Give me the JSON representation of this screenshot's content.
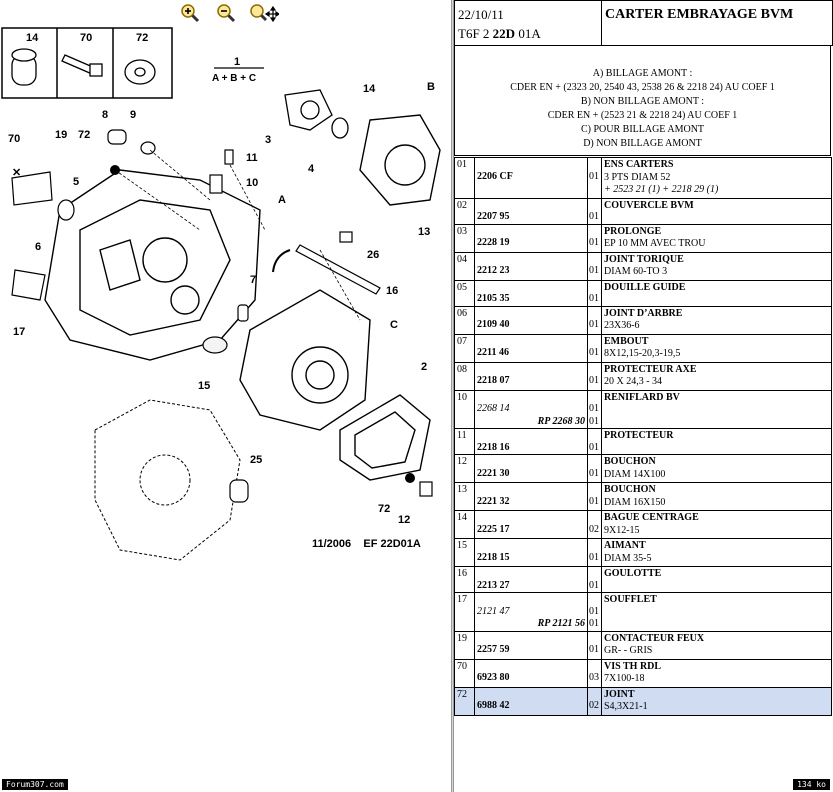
{
  "toolbar": {
    "zoom_in_icon": "magnifier-plus-icon",
    "zoom_out_icon": "magnifier-minus-icon",
    "pan_icon": "magnifier-move-icon"
  },
  "diagram": {
    "assembly_label_num": "1",
    "assembly_label_formula": "A + B + C",
    "callouts": [
      "14",
      "70",
      "72",
      "8",
      "9",
      "19",
      "72",
      "70",
      "5",
      "6",
      "17",
      "A",
      "3",
      "4",
      "14",
      "B",
      "11",
      "10",
      "13",
      "26",
      "16",
      "C",
      "7",
      "15",
      "2",
      "25",
      "72",
      "12"
    ],
    "footer_code": "11/2006    EF 22D01A",
    "website": "Forum307.com",
    "filesize": "134 ko"
  },
  "header": {
    "date": "22/10/11",
    "ref_prefix": "T6F 2 ",
    "ref_bold": "22D",
    "ref_suffix": " 01A",
    "title": "CARTER EMBRAYAGE BVM"
  },
  "notes": [
    "A) BILLAGE AMONT :",
    "CDER EN + (2323 20, 2540 43, 2538 26 & 2218 24) AU COEF 1",
    "B) NON BILLAGE AMONT :",
    "CDER EN + (2523 21 & 2218 24) AU COEF 1",
    "C) POUR BILLAGE AMONT",
    "D) NON BILLAGE AMONT"
  ],
  "parts": [
    {
      "pos": "01",
      "refs": [
        {
          "t": "2206 CF",
          "s": "bold"
        }
      ],
      "qty": [
        "",
        "01"
      ],
      "name": "ENS CARTERS",
      "desc": [
        "3 PTS DIAM 52",
        "+ 2523 21 (1) + 2218 29 (1)"
      ],
      "ref_offset": 1
    },
    {
      "pos": "02",
      "refs": [
        {
          "t": "2207 95",
          "s": "bold"
        }
      ],
      "qty": [
        "",
        "01"
      ],
      "name": "COUVERCLE BVM",
      "desc": [],
      "ref_offset": 1
    },
    {
      "pos": "03",
      "refs": [
        {
          "t": "2228 19",
          "s": "bold"
        }
      ],
      "qty": [
        "",
        "01"
      ],
      "name": "PROLONGE",
      "desc": [
        "EP 10 MM AVEC TROU"
      ],
      "ref_offset": 1
    },
    {
      "pos": "04",
      "refs": [
        {
          "t": "2212 23",
          "s": "bold"
        }
      ],
      "qty": [
        "",
        "01"
      ],
      "name": "JOINT TORIQUE",
      "desc": [
        "DIAM 60-TO 3"
      ],
      "ref_offset": 1
    },
    {
      "pos": "05",
      "refs": [
        {
          "t": "2105 35",
          "s": "bold"
        }
      ],
      "qty": [
        "",
        "01"
      ],
      "name": "DOUILLE GUIDE",
      "desc": [],
      "ref_offset": 1
    },
    {
      "pos": "06",
      "refs": [
        {
          "t": "2109 40",
          "s": "bold"
        }
      ],
      "qty": [
        "",
        "01"
      ],
      "name": "JOINT D’ARBRE",
      "desc": [
        "23X36-6"
      ],
      "ref_offset": 1
    },
    {
      "pos": "07",
      "refs": [
        {
          "t": "2211 46",
          "s": "bold"
        }
      ],
      "qty": [
        "",
        "01"
      ],
      "name": "EMBOUT",
      "desc": [
        "8X12,15-20,3-19,5"
      ],
      "ref_offset": 1
    },
    {
      "pos": "08",
      "refs": [
        {
          "t": "2218 07",
          "s": "bold"
        }
      ],
      "qty": [
        "",
        "01"
      ],
      "name": "PROTECTEUR AXE",
      "desc": [
        "20 X 24,3 - 34"
      ],
      "ref_offset": 1
    },
    {
      "pos": "10",
      "refs": [
        {
          "t": "2268 14",
          "s": "it"
        },
        {
          "t": "RP 2268 30",
          "s": "it-right"
        }
      ],
      "qty": [
        "",
        "01",
        "01"
      ],
      "name": "RENIFLARD BV",
      "desc": [],
      "ref_offset": 1
    },
    {
      "pos": "11",
      "refs": [
        {
          "t": "2218 16",
          "s": "bold"
        }
      ],
      "qty": [
        "",
        "01"
      ],
      "name": "PROTECTEUR",
      "desc": [],
      "ref_offset": 1
    },
    {
      "pos": "12",
      "refs": [
        {
          "t": "2221 30",
          "s": "bold"
        }
      ],
      "qty": [
        "",
        "01"
      ],
      "name": "BOUCHON",
      "desc": [
        "DIAM 14X100"
      ],
      "ref_offset": 1
    },
    {
      "pos": "13",
      "refs": [
        {
          "t": "2221 32",
          "s": "bold"
        }
      ],
      "qty": [
        "",
        "01"
      ],
      "name": "BOUCHON",
      "desc": [
        "DIAM 16X150"
      ],
      "ref_offset": 1
    },
    {
      "pos": "14",
      "refs": [
        {
          "t": "2225 17",
          "s": "bold"
        }
      ],
      "qty": [
        "",
        "02"
      ],
      "name": "BAGUE CENTRAGE",
      "desc": [
        "9X12-15"
      ],
      "ref_offset": 1
    },
    {
      "pos": "15",
      "refs": [
        {
          "t": "2218 15",
          "s": "bold"
        }
      ],
      "qty": [
        "",
        "01"
      ],
      "name": "AIMANT",
      "desc": [
        "DIAM 35-5"
      ],
      "ref_offset": 1
    },
    {
      "pos": "16",
      "refs": [
        {
          "t": "2213 27",
          "s": "bold"
        }
      ],
      "qty": [
        "",
        "01"
      ],
      "name": "GOULOTTE",
      "desc": [],
      "ref_offset": 1
    },
    {
      "pos": "17",
      "refs": [
        {
          "t": "2121 47",
          "s": "it"
        },
        {
          "t": "RP 2121 56",
          "s": "it-right"
        }
      ],
      "qty": [
        "",
        "01",
        "01"
      ],
      "name": "SOUFFLET",
      "desc": [],
      "ref_offset": 1
    },
    {
      "pos": "19",
      "refs": [
        {
          "t": "2257 59",
          "s": "bold"
        }
      ],
      "qty": [
        "",
        "01"
      ],
      "name": "CONTACTEUR FEUX",
      "desc": [
        "GR- - GRIS"
      ],
      "ref_offset": 1
    },
    {
      "pos": "70",
      "refs": [
        {
          "t": "6923 80",
          "s": "bold"
        }
      ],
      "qty": [
        "",
        "03"
      ],
      "name": "VIS TH RDL",
      "desc": [
        "7X100-18"
      ],
      "ref_offset": 1
    },
    {
      "pos": "72",
      "refs": [
        {
          "t": "6988 42",
          "s": "bold"
        }
      ],
      "qty": [
        "",
        "02"
      ],
      "name": "JOINT",
      "desc": [
        "S4,3X21-1"
      ],
      "ref_offset": 1,
      "highlight": true
    }
  ]
}
